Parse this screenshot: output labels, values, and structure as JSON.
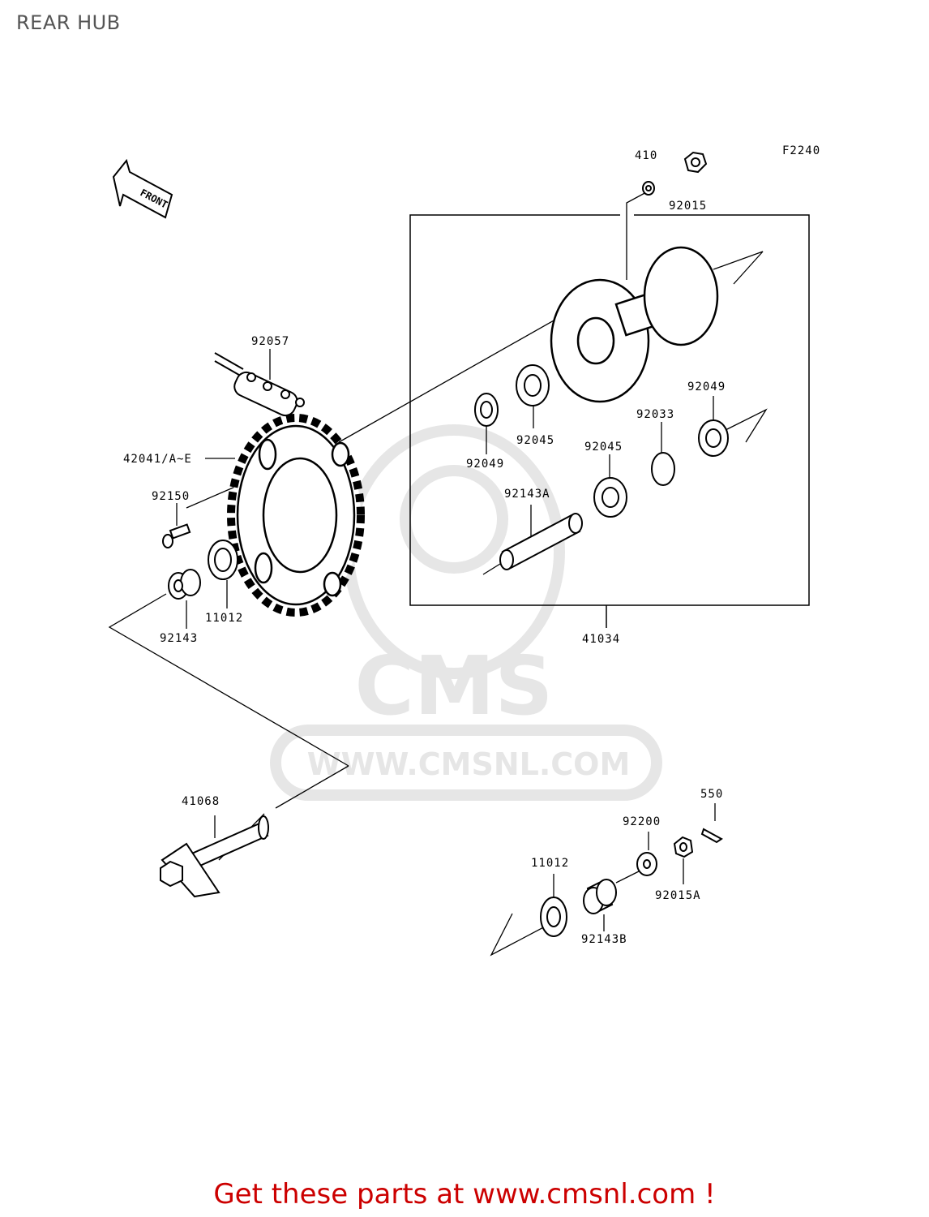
{
  "page": {
    "title": "REAR HUB",
    "figure_code": "F2240",
    "footer_cta": "Get these parts at www.cmsnl.com !"
  },
  "watermark": {
    "brand": "CMS",
    "url": "WWW.CMSNL.COM"
  },
  "direction_arrow": {
    "label": "FRONT"
  },
  "parts": [
    {
      "id": "p410",
      "number": "410"
    },
    {
      "id": "p92015",
      "number": "92015"
    },
    {
      "id": "p92057",
      "number": "92057"
    },
    {
      "id": "p42041",
      "number": "42041/A~E"
    },
    {
      "id": "p92150",
      "number": "92150"
    },
    {
      "id": "p92049a",
      "number": "92049"
    },
    {
      "id": "p92045a",
      "number": "92045"
    },
    {
      "id": "p92049b",
      "number": "92049"
    },
    {
      "id": "p92033",
      "number": "92033"
    },
    {
      "id": "p92045b",
      "number": "92045"
    },
    {
      "id": "p92143A",
      "number": "92143A"
    },
    {
      "id": "p11012a",
      "number": "11012"
    },
    {
      "id": "p92143",
      "number": "92143"
    },
    {
      "id": "p41034",
      "number": "41034"
    },
    {
      "id": "p41068",
      "number": "41068"
    },
    {
      "id": "p550",
      "number": "550"
    },
    {
      "id": "p92200",
      "number": "92200"
    },
    {
      "id": "p11012b",
      "number": "11012"
    },
    {
      "id": "p92015A",
      "number": "92015A"
    },
    {
      "id": "p92143B",
      "number": "92143B"
    }
  ],
  "colors": {
    "footer": "#cc0000",
    "line": "#000000",
    "watermark": "#e6e6e6"
  }
}
